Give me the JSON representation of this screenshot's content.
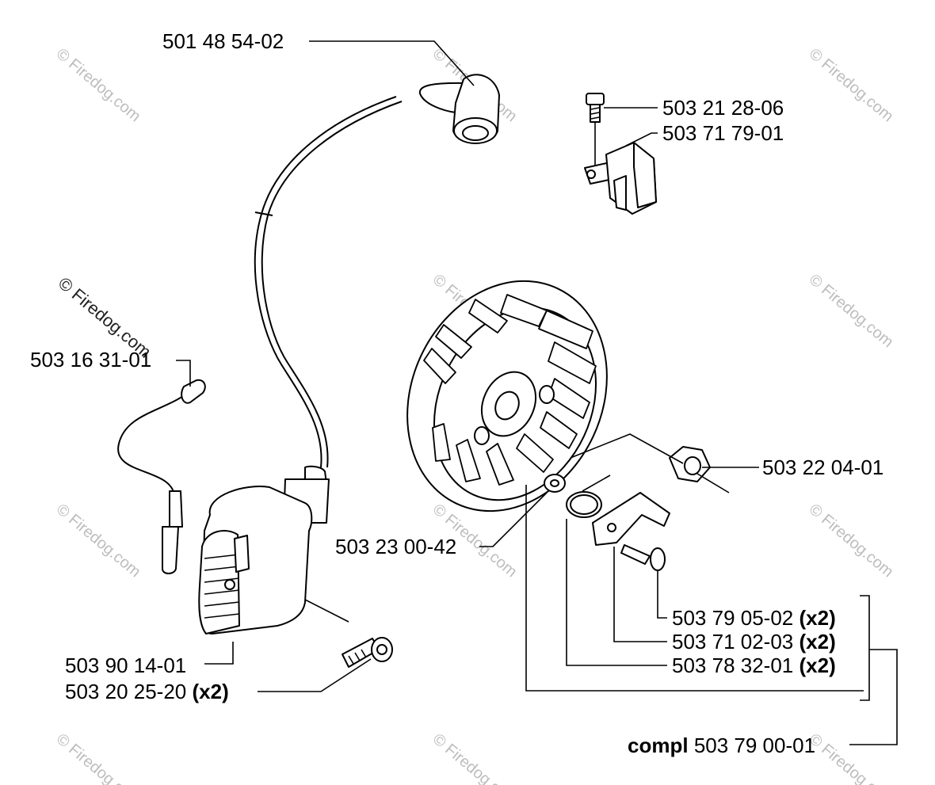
{
  "watermark": {
    "text": "© Firedog.com",
    "color": "#bdbdbd"
  },
  "labels": {
    "spark_plug_cap": "501 48 54-02",
    "screw_top": "503 21 28-06",
    "short_circuit_contact": "503 71 79-01",
    "cable_terminal": "503 16 31-01",
    "nut": "503 22 04-01",
    "washer": "503 23 00-42",
    "pawl_screw": "503 79 05-02",
    "pawl": "503 71 02-03",
    "spring": "503 78 32-01",
    "ignition_module": "503 90 14-01",
    "module_screw": "503 20 25-20",
    "qty_x2": "(x2)",
    "compl_prefix": "compl",
    "compl_part": "503 79 00-01"
  }
}
